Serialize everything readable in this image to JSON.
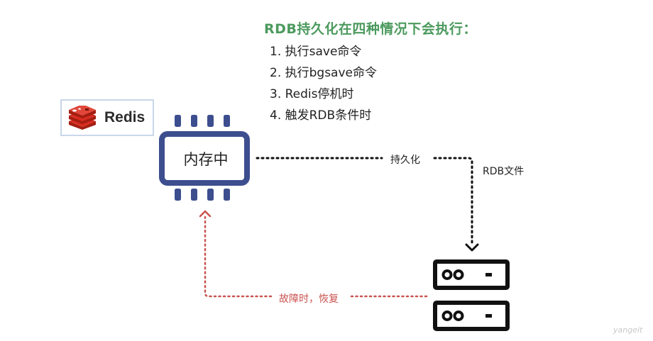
{
  "title": "RDB持久化在四种情况下会执行：",
  "conditions": [
    "1. 执行save命令",
    "2. 执行bgsave命令",
    "3. Redis停机时",
    "4. 触发RDB条件时"
  ],
  "logo": {
    "name": "Redis"
  },
  "memory": {
    "label": "内存中"
  },
  "edges": {
    "persist_label": "持久化",
    "file_label": "RDB文件",
    "recover_label": "故障时，恢复"
  },
  "watermark": "yangeit",
  "colors": {
    "title": "#4c9a5e",
    "chip": "#3d4e8f",
    "redis_red": "#d82c20",
    "recover": "#c9524f",
    "server": "#111111"
  }
}
